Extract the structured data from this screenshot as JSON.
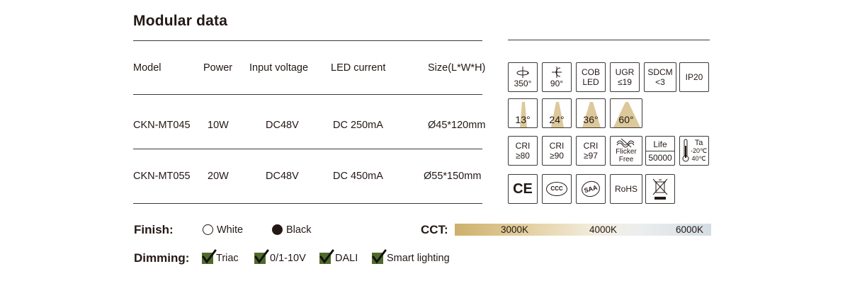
{
  "title": "Modular data",
  "table": {
    "headers": [
      "Model",
      "Power",
      "Input voltage",
      "LED current",
      "Size(L*W*H)"
    ],
    "rows": [
      [
        "CKN-MT045",
        "10W",
        "DC48V",
        "DC 250mA",
        "Ø45*120mm"
      ],
      [
        "CKN-MT055",
        "20W",
        "DC48V",
        "DC 450mA",
        "Ø55*150mm"
      ]
    ]
  },
  "icons": {
    "row1": [
      {
        "name": "rotation-350-icon",
        "text": "350°"
      },
      {
        "name": "tilt-90-icon",
        "text": "90°"
      },
      {
        "name": "cob-led-icon",
        "line1": "COB",
        "line2": "LED"
      },
      {
        "name": "ugr-icon",
        "line1": "UGR",
        "line2": "≤19"
      },
      {
        "name": "sdcm-icon",
        "line1": "SDCM",
        "line2": "<3"
      },
      {
        "name": "ip20-icon",
        "line1": "IP20"
      }
    ],
    "beams": [
      "13°",
      "24°",
      "36°",
      "60°"
    ],
    "row3": [
      {
        "name": "cri-80-icon",
        "line1": "CRI",
        "line2": "≥80"
      },
      {
        "name": "cri-90-icon",
        "line1": "CRI",
        "line2": "≥90"
      },
      {
        "name": "cri-97-icon",
        "line1": "CRI",
        "line2": "≥97"
      },
      {
        "name": "flicker-free-icon",
        "line1": "Flicker",
        "line2": "Free"
      },
      {
        "name": "life-icon",
        "line1": "Life",
        "line2": "50000"
      },
      {
        "name": "ta-icon",
        "line1": "Ta",
        "line2": "-20℃",
        "line3": "40℃"
      }
    ],
    "row4": [
      {
        "name": "ce-mark-icon",
        "text": "CE"
      },
      {
        "name": "ccc-mark-icon",
        "text": "CCC"
      },
      {
        "name": "saa-mark-icon",
        "text": "SAA"
      },
      {
        "name": "rohs-icon",
        "text": "RoHS"
      },
      {
        "name": "weee-bin-icon",
        "text": ""
      }
    ]
  },
  "finish": {
    "label": "Finish:",
    "options": [
      "White",
      "Black"
    ]
  },
  "cct": {
    "label": "CCT:",
    "values": [
      "3000K",
      "4000K",
      "6000K"
    ]
  },
  "dimming": {
    "label": "Dimming:",
    "options": [
      "Triac",
      "0/1-10V",
      "DALI",
      "Smart lighting"
    ]
  },
  "colors": {
    "text": "#231815",
    "check": "#4f6b2a",
    "beam": "#dcc89a"
  }
}
